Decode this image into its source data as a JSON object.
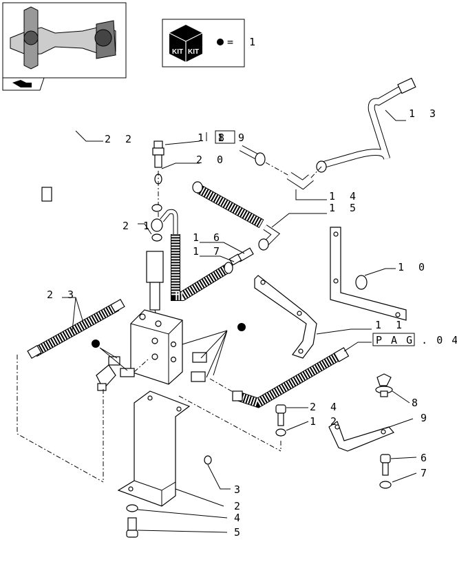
{
  "kit_legend": {
    "equals": "=",
    "value": "1",
    "kit_text": "KIT"
  },
  "page_ref": "P A G .  0 4",
  "part_labels": {
    "p1819a": "1 8",
    "p1819b": "1 9",
    "p20": "2 0",
    "p21": "2 1",
    "p22": "2 2",
    "p23": "2 3",
    "p13": "1 3",
    "p14": "1 4",
    "p15": "1 5",
    "p16": "1 6",
    "p17": "1 7",
    "p10": "1 0",
    "p11": "1 1",
    "p8": "8",
    "p9": "9",
    "p24": "2 4",
    "p12": "1 2",
    "p6": "6",
    "p7": "7",
    "p3": "3",
    "p2": "2",
    "p4": "4",
    "p5": "5"
  }
}
